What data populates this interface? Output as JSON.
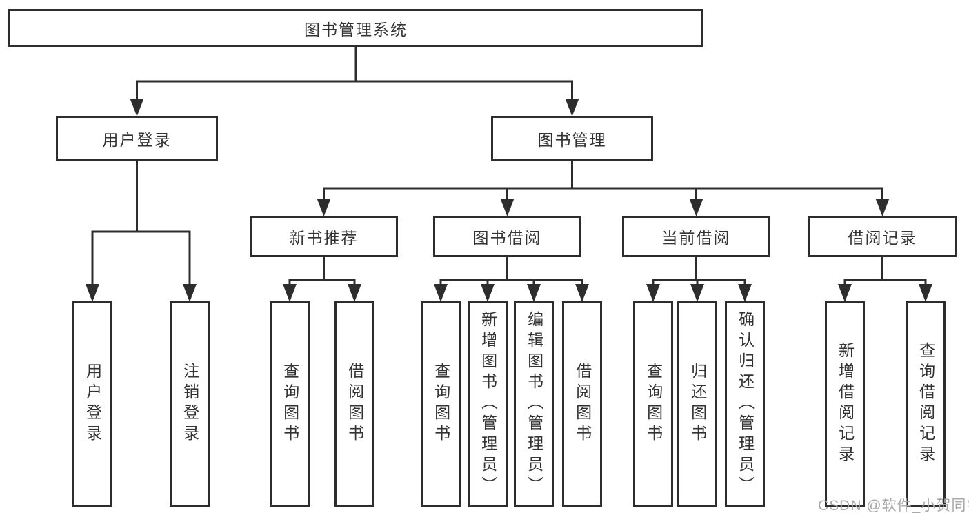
{
  "diagram_title": "图书管理系统",
  "watermark": "CSDN @软件_小贺同学",
  "colors": {
    "line": "#2d2d2d",
    "text": "#333333",
    "watermark": "#a9a9a9",
    "background": "#ffffff"
  },
  "nodes": [
    {
      "id": "root",
      "label": "图书管理系统",
      "parent": null,
      "vertical": false
    },
    {
      "id": "login",
      "label": "用户登录",
      "parent": "root",
      "vertical": false
    },
    {
      "id": "mgmt",
      "label": "图书管理",
      "parent": "root",
      "vertical": false
    },
    {
      "id": "newbook",
      "label": "新书推荐",
      "parent": "mgmt",
      "vertical": false
    },
    {
      "id": "borrow",
      "label": "图书借阅",
      "parent": "mgmt",
      "vertical": false
    },
    {
      "id": "current",
      "label": "当前借阅",
      "parent": "mgmt",
      "vertical": false
    },
    {
      "id": "records",
      "label": "借阅记录",
      "parent": "mgmt",
      "vertical": false
    },
    {
      "id": "login-user",
      "label": "用户登录",
      "parent": "login",
      "vertical": true
    },
    {
      "id": "login-out",
      "label": "注销登录",
      "parent": "login",
      "vertical": true
    },
    {
      "id": "nb-query",
      "label": "查询图书",
      "parent": "newbook",
      "vertical": true
    },
    {
      "id": "nb-borrow",
      "label": "借阅图书",
      "parent": "newbook",
      "vertical": true
    },
    {
      "id": "b-query",
      "label": "查询图书",
      "parent": "borrow",
      "vertical": true
    },
    {
      "id": "b-add",
      "label": "新增图书（管理员）",
      "parent": "borrow",
      "vertical": true
    },
    {
      "id": "b-edit",
      "label": "编辑图书（管理员）",
      "parent": "borrow",
      "vertical": true
    },
    {
      "id": "b-borrow",
      "label": "借阅图书",
      "parent": "borrow",
      "vertical": true
    },
    {
      "id": "c-query",
      "label": "查询图书",
      "parent": "current",
      "vertical": true
    },
    {
      "id": "c-return",
      "label": "归还图书",
      "parent": "current",
      "vertical": true
    },
    {
      "id": "c-confirm",
      "label": "确认归还（管理员）",
      "parent": "current",
      "vertical": true
    },
    {
      "id": "r-add",
      "label": "新增借阅记录",
      "parent": "records",
      "vertical": true
    },
    {
      "id": "r-query",
      "label": "查询借阅记录",
      "parent": "records",
      "vertical": true
    }
  ]
}
